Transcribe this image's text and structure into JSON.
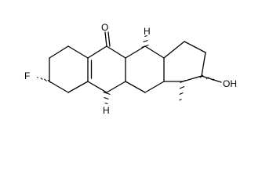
{
  "structure": {
    "atom_labels": {
      "fluorine": "F",
      "ketone_oxygen": "O",
      "hydroxyl": "OH",
      "h_top": "H",
      "h_bottom": "H"
    },
    "stereo_bonds": [
      "hashed-wedge",
      "hashed-wedge",
      "hashed-wedge",
      "hashed-wedge",
      "hashed-wedge"
    ]
  }
}
